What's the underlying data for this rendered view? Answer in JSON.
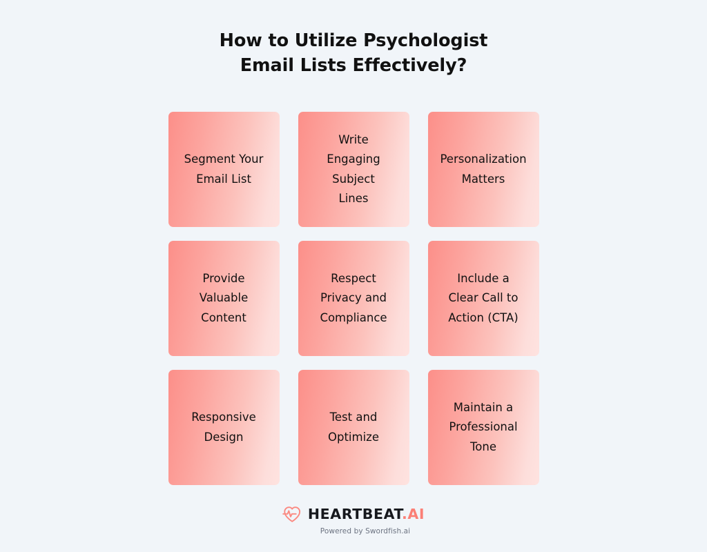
{
  "background_color": "#f1f5f9",
  "heading": {
    "line1": "How to Utilize Psychologist",
    "line2": "Email Lists Effectively?",
    "full_text": "How to Utilize Psychologist Email Lists Effectively?",
    "color": "#111111"
  },
  "card_style": {
    "gradient_start": "#fc8f89",
    "gradient_end": "#fee3e0",
    "text_color": "#111111"
  },
  "cards": [
    {
      "index": 1,
      "label": "Segment Your\nEmail List"
    },
    {
      "index": 2,
      "label": "Write\nEngaging\nSubject\nLines"
    },
    {
      "index": 3,
      "label": "Personalization\nMatters"
    },
    {
      "index": 4,
      "label": "Provide\nValuable\nContent"
    },
    {
      "index": 5,
      "label": "Respect\nPrivacy and\nCompliance"
    },
    {
      "index": 6,
      "label": "Include a\nClear Call to\nAction (CTA)"
    },
    {
      "index": 7,
      "label": "Responsive\nDesign"
    },
    {
      "index": 8,
      "label": "Test and\nOptimize"
    },
    {
      "index": 9,
      "label": "Maintain a\nProfessional\nTone"
    }
  ],
  "footer": {
    "icon": "heart-pulse-icon",
    "brand_main": "HEARTBEAT",
    "brand_accent": ".AI",
    "tagline": "Powered by Swordfish.ai",
    "accent_color": "#fb7f76",
    "main_color": "#16181d",
    "tagline_color": "#6b7280"
  }
}
